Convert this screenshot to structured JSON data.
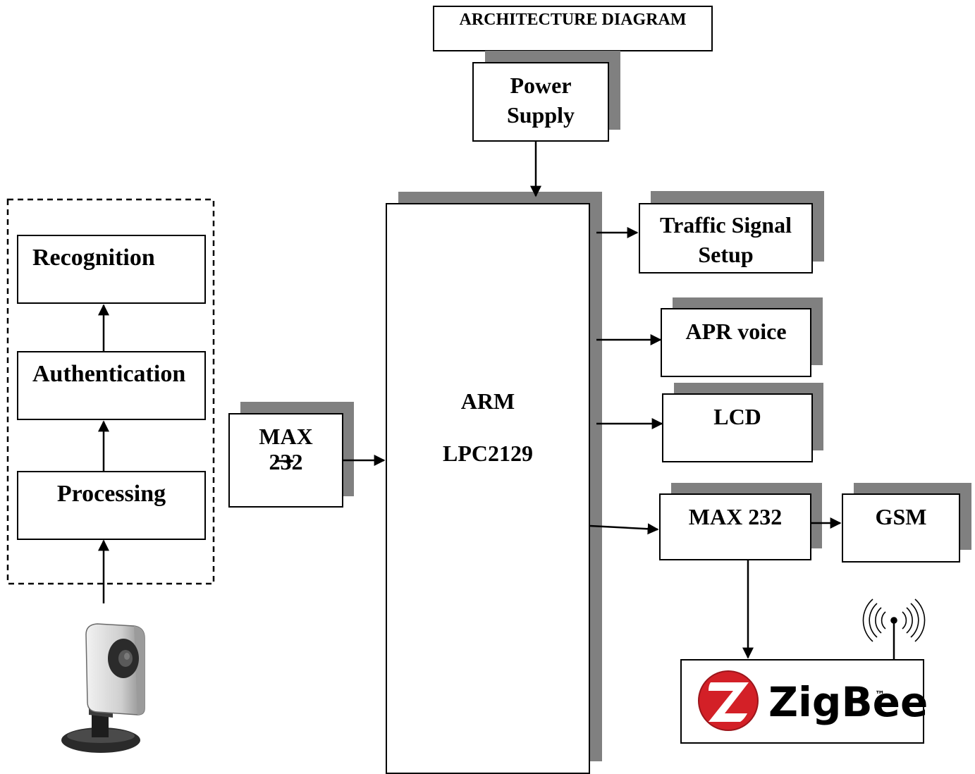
{
  "title": "ARCHITECTURE DIAGRAM",
  "blocks": {
    "power_supply": {
      "line1": "Power",
      "line2": "Supply"
    },
    "arm": {
      "line1": "ARM",
      "line2": "LPC2129"
    },
    "max232_left": {
      "line1": "MAX",
      "line2": "232"
    },
    "traffic": {
      "line1": "Traffic Signal",
      "line2": "Setup"
    },
    "apr": {
      "label": "APR voice"
    },
    "lcd": {
      "label": "LCD"
    },
    "max232_right": {
      "label": "MAX 232"
    },
    "gsm": {
      "label": "GSM"
    },
    "recognition": {
      "label": "Recognition"
    },
    "authentication": {
      "label": "Authentication"
    },
    "processing": {
      "label": "Processing"
    }
  },
  "zigbee": {
    "wordmark": "ZigBee",
    "tm": "™",
    "brand_red": "#d32027"
  },
  "colors": {
    "shadow": "#808080",
    "line": "#000000"
  }
}
